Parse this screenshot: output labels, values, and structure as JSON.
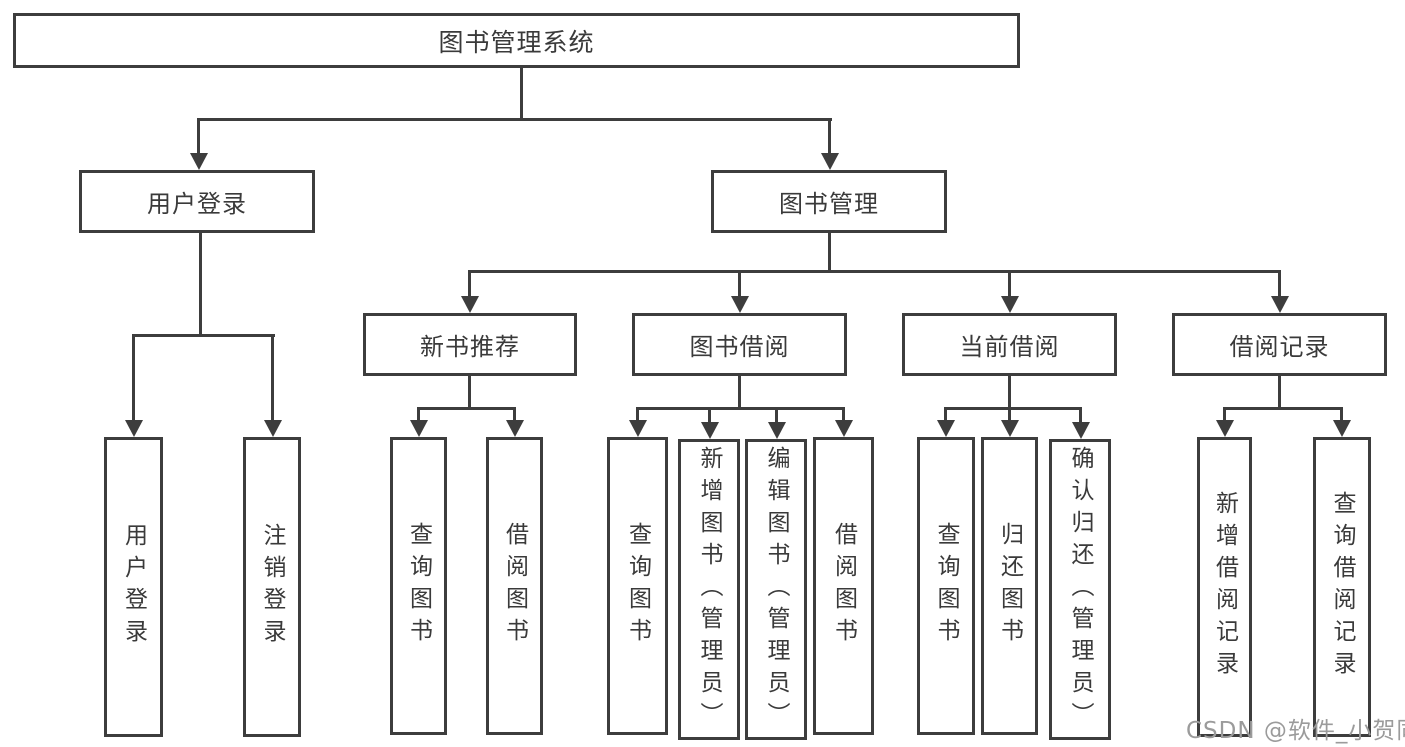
{
  "tree": {
    "root": "图书管理系统",
    "children": [
      {
        "label": "用户登录",
        "children": [
          {
            "label": "用户登录"
          },
          {
            "label": "注销登录"
          }
        ]
      },
      {
        "label": "图书管理",
        "children": [
          {
            "label": "新书推荐",
            "children": [
              {
                "label": "查询图书"
              },
              {
                "label": "借阅图书"
              }
            ]
          },
          {
            "label": "图书借阅",
            "children": [
              {
                "label": "查询图书"
              },
              {
                "label": "新增图书（管理员）"
              },
              {
                "label": "编辑图书（管理员）"
              },
              {
                "label": "借阅图书"
              }
            ]
          },
          {
            "label": "当前借阅",
            "children": [
              {
                "label": "查询图书"
              },
              {
                "label": "归还图书"
              },
              {
                "label": "确认归还（管理员）"
              }
            ]
          },
          {
            "label": "借阅记录",
            "children": [
              {
                "label": "新增借阅记录"
              },
              {
                "label": "查询借阅记录"
              }
            ]
          }
        ]
      }
    ]
  },
  "watermark": {
    "text": "CSDN @软件_小贺同学",
    "color": "#9b9b9b"
  },
  "colors": {
    "line": "#3d3d3d",
    "text": "#3a3a3a",
    "background": "#ffffff"
  }
}
